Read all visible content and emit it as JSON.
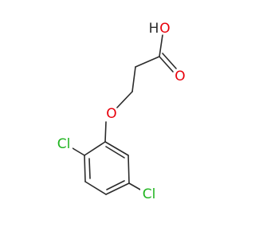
{
  "molecule": {
    "atom_labels": {
      "hydroxyl_oxygen": "O",
      "hydroxyl_hydrogen": "H",
      "carbonyl_oxygen": "O",
      "ether_oxygen": "O",
      "chlorine_top": "Cl",
      "chlorine_bottom": "Cl"
    },
    "colors": {
      "bond": "#2b2b2b",
      "oxygen": "#e8000b",
      "chlorine": "#1fb41f",
      "background": "#ffffff"
    }
  }
}
